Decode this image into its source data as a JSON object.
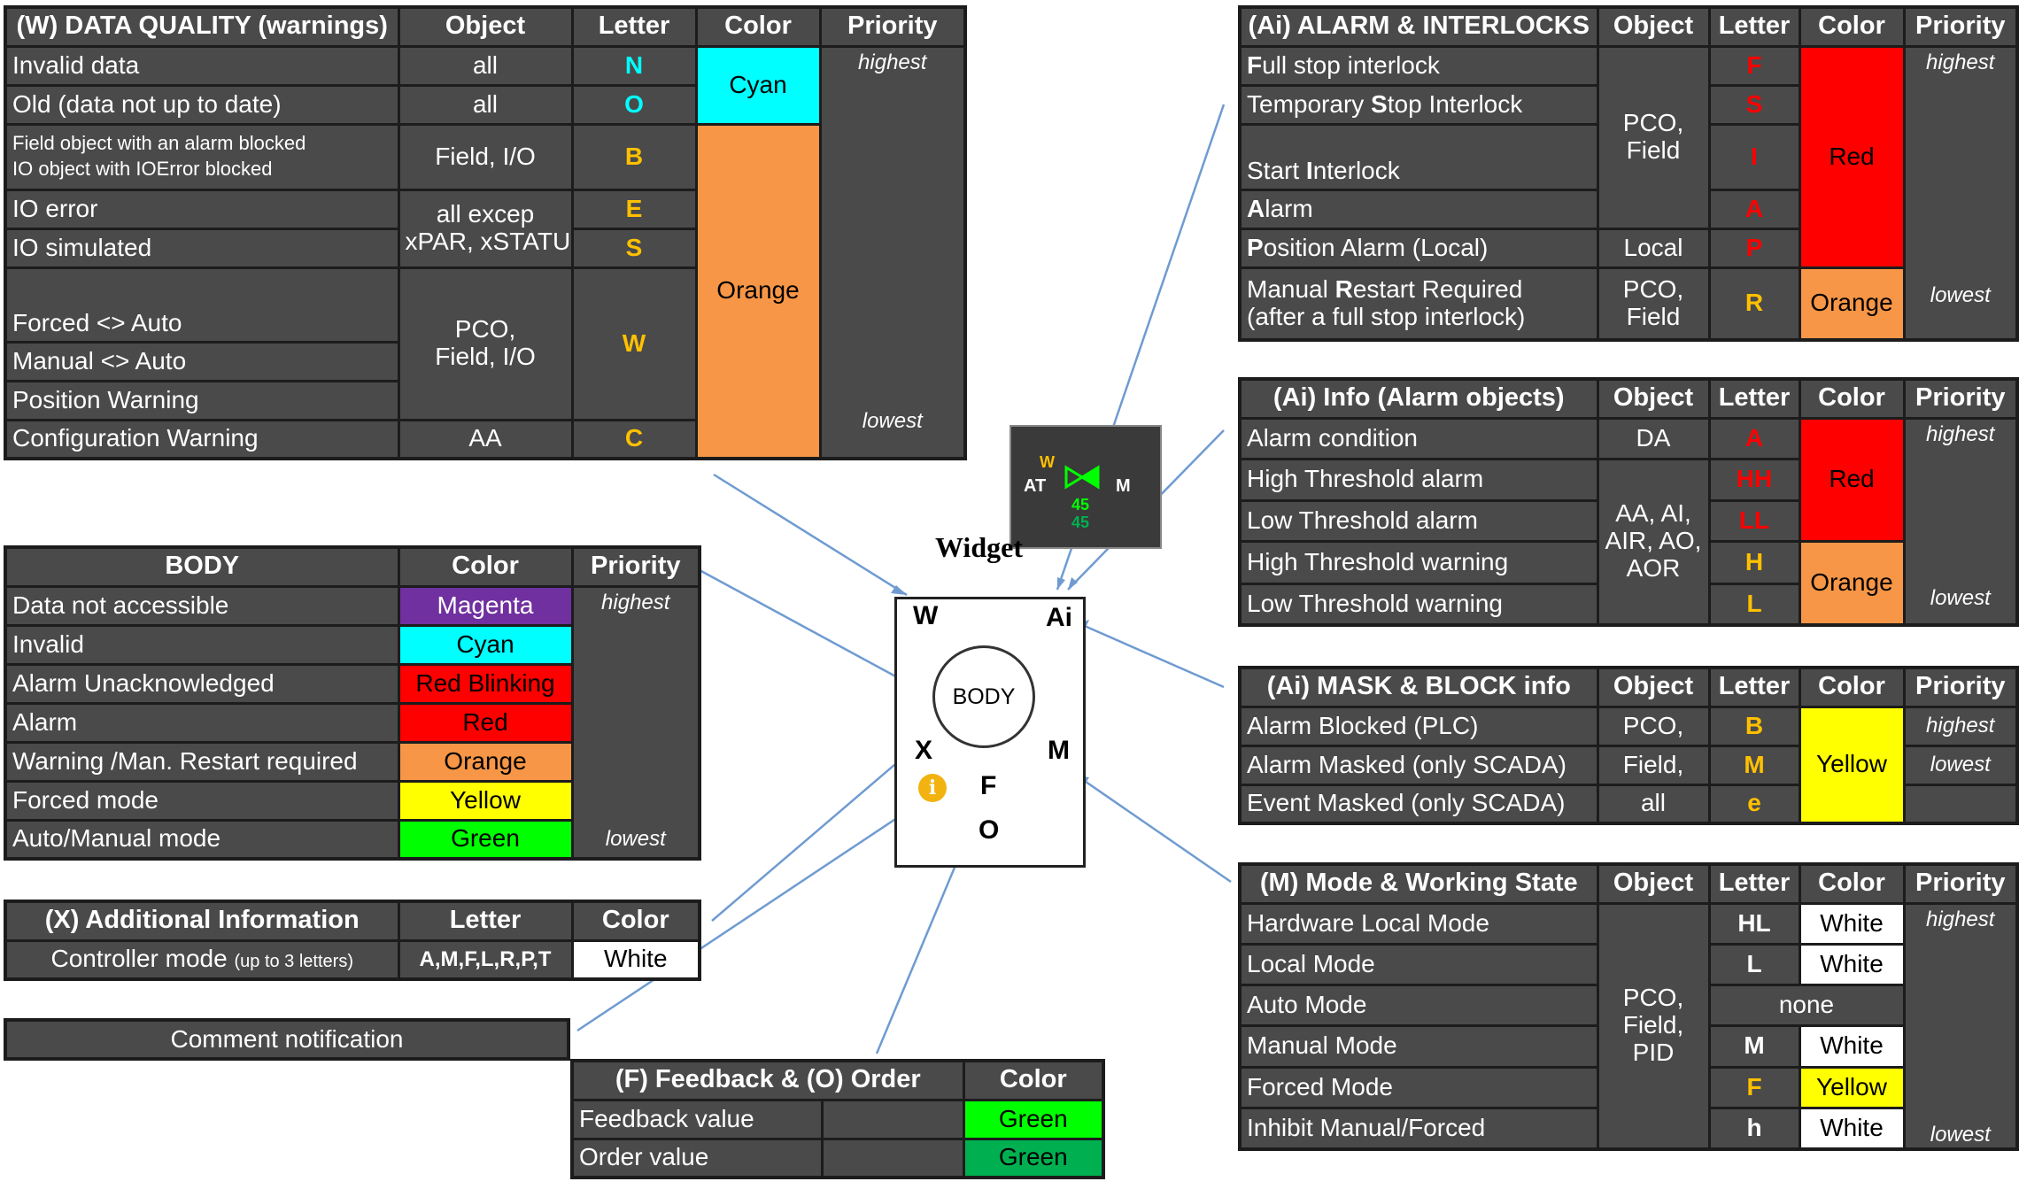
{
  "colors": {
    "cell_bg": "#4a4a4a",
    "border": "#1c1c1c",
    "cyan": "#00ffff",
    "orange": "#f79646",
    "red": "#ff0000",
    "yellow": "#ffff00",
    "magenta": "#7030a0",
    "green_bright": "#00ff00",
    "green_dark": "#00b050",
    "letter_cyan": "#00ffff",
    "letter_orange": "#ffc000",
    "letter_red": "#ff0000",
    "connector": "#6f9bd1"
  },
  "data_quality": {
    "title": "(W) DATA QUALITY (warnings)",
    "headers": {
      "object": "Object",
      "letter": "Letter",
      "color": "Color",
      "priority": "Priority"
    },
    "rows": [
      {
        "label": "Invalid data",
        "object": "all",
        "letter": "N"
      },
      {
        "label": "Old (data not up to date)",
        "object": "all",
        "letter": "O"
      },
      {
        "label_line1": "Field object with an alarm blocked",
        "label_line2": "IO object with IOError blocked",
        "object": "Field, I/O",
        "letter": "B"
      },
      {
        "label": "IO error",
        "letter": "E"
      },
      {
        "label": "IO simulated",
        "letter": "S"
      },
      {
        "label": "Forced <> Auto"
      },
      {
        "label": "Manual <> Auto"
      },
      {
        "label": "Position Warning"
      },
      {
        "label": "Configuration Warning",
        "object": "AA",
        "letter": "C"
      }
    ],
    "io_object_line1": "all excep",
    "io_object_line2": "xPAR, xSTATUS",
    "pco_object_line1": "PCO,",
    "pco_object_line2": "Field, I/O",
    "pco_letter": "W",
    "color_cyan": "Cyan",
    "color_orange": "Orange",
    "priority_highest": "highest",
    "priority_lowest": "lowest"
  },
  "body_table": {
    "title": "BODY",
    "headers": {
      "color": "Color",
      "priority": "Priority"
    },
    "rows": [
      {
        "label": "Data not accessible",
        "color": "Magenta"
      },
      {
        "label": "Invalid",
        "color": "Cyan"
      },
      {
        "label": "Alarm Unacknowledged",
        "color": "Red Blinking"
      },
      {
        "label": "Alarm",
        "color": "Red"
      },
      {
        "label": "Warning /Man. Restart required",
        "color": "Orange"
      },
      {
        "label": "Forced mode",
        "color": "Yellow"
      },
      {
        "label": "Auto/Manual mode",
        "color": "Green"
      }
    ],
    "priority_highest": "highest",
    "priority_lowest": "lowest"
  },
  "additional_info": {
    "title": "(X) Additional Information",
    "headers": {
      "letter": "Letter",
      "color": "Color"
    },
    "label_main": "Controller mode ",
    "label_note": "(up to 3 letters)",
    "letters": "A,M,F,L,R,P,T",
    "color": "White"
  },
  "comment_notification": {
    "label": "Comment notification"
  },
  "feedback_order": {
    "title": "(F) Feedback & (O) Order",
    "headers": {
      "color": "Color"
    },
    "rows": [
      {
        "label": "Feedback value",
        "color": "Green"
      },
      {
        "label": "Order value",
        "color": "Green"
      }
    ]
  },
  "alarm_interlocks": {
    "title": "(Ai) ALARM & INTERLOCKS",
    "headers": {
      "object": "Object",
      "letter": "Letter",
      "color": "Color",
      "priority": "Priority"
    },
    "rows": [
      {
        "pre": "",
        "bold": "F",
        "post": "ull stop interlock",
        "letter": "F"
      },
      {
        "pre": "Temporary  ",
        "bold": "S",
        "post": "top Interlock",
        "letter": "S"
      },
      {
        "pre": "Start ",
        "bold": "I",
        "post": "nterlock",
        "letter": "I"
      },
      {
        "pre": "",
        "bold": "A",
        "post": "larm",
        "letter": "A"
      },
      {
        "pre": "",
        "bold": "P",
        "post": "osition Alarm (Local)",
        "object": "Local",
        "letter": "P"
      },
      {
        "pre": "Manual ",
        "bold": "R",
        "post": "estart Required",
        "line2": "(after a full stop interlock)",
        "letter": "R"
      }
    ],
    "pco_object_line1": "PCO,",
    "pco_object_line2": "Field",
    "restart_object_line1": "PCO,",
    "restart_object_line2": "Field",
    "color_red": "Red",
    "color_orange": "Orange",
    "priority_highest": "highest",
    "priority_lowest": "lowest"
  },
  "info_alarm_objects": {
    "title": "(Ai) Info (Alarm objects)",
    "headers": {
      "object": "Object",
      "letter": "Letter",
      "color": "Color",
      "priority": "Priority"
    },
    "rows": [
      {
        "label": "Alarm condition",
        "object": "DA",
        "letter": "A"
      },
      {
        "label": "High Threshold  alarm",
        "letter": "HH"
      },
      {
        "label": "Low Threshold  alarm",
        "letter": "LL"
      },
      {
        "label": "High Threshold warning",
        "letter": "H"
      },
      {
        "label": "Low Threshold warning",
        "letter": "L"
      }
    ],
    "objects_line1": "AA, AI,",
    "objects_line2": "AIR, AO,",
    "objects_line3": "AOR",
    "color_red": "Red",
    "color_orange": "Orange",
    "priority_highest": "highest",
    "priority_lowest": "lowest"
  },
  "mask_block": {
    "title": "(Ai) MASK & BLOCK info",
    "headers": {
      "object": "Object",
      "letter": "Letter",
      "color": "Color",
      "priority": "Priority"
    },
    "rows": [
      {
        "label": "Alarm Blocked  (PLC)",
        "object": "PCO,",
        "letter": "B"
      },
      {
        "label": "Alarm Masked (only SCADA)",
        "object": "Field,",
        "letter": "M"
      },
      {
        "label": "Event Masked (only SCADA)",
        "object": "all",
        "letter": "e"
      }
    ],
    "color": "Yellow",
    "priority_highest": "highest",
    "priority_lowest": "lowest"
  },
  "mode_state": {
    "title": "(M) Mode & Working State",
    "headers": {
      "object": "Object",
      "letter": "Letter",
      "color": "Color",
      "priority": "Priority"
    },
    "rows": [
      {
        "label": "Hardware Local Mode",
        "letter": "HL",
        "color": "White"
      },
      {
        "label": "Local Mode",
        "letter": "L",
        "color": "White"
      },
      {
        "label": "Auto Mode",
        "none": "none"
      },
      {
        "label": "Manual Mode",
        "letter": "M",
        "color": "White"
      },
      {
        "label": "Forced Mode",
        "letter": "F",
        "color": "Yellow"
      },
      {
        "label": "Inhibit Manual/Forced",
        "letter": "h",
        "color": "White"
      }
    ],
    "objects_line1": "PCO,",
    "objects_line2": "Field,",
    "objects_line3": "PID",
    "priority_highest": "highest",
    "priority_lowest": "lowest"
  },
  "widget": {
    "title": "Widget",
    "label_w": "W",
    "label_ai": "Ai",
    "label_x": "X",
    "label_m": "M",
    "label_f": "F",
    "label_o": "O",
    "body_label": "BODY",
    "info_glyph": "i"
  },
  "widget_example": {
    "label_w": "W",
    "label_at": "AT",
    "label_m": "M",
    "value_1": "45",
    "value_2": "45",
    "valve_icon": "valve-icon"
  }
}
